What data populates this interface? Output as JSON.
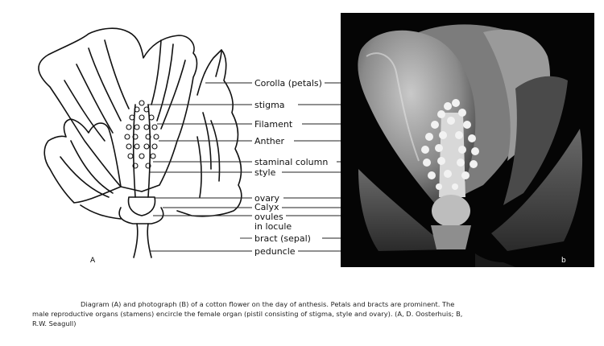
{
  "figure": {
    "labels": [
      {
        "id": "corolla",
        "text": "Corolla (petals)"
      },
      {
        "id": "stigma",
        "text": "stigma"
      },
      {
        "id": "filament",
        "text": "Filament"
      },
      {
        "id": "anther",
        "text": "Anther"
      },
      {
        "id": "staminal",
        "text": "staminal column"
      },
      {
        "id": "style",
        "text": "style"
      },
      {
        "id": "ovary",
        "text": "ovary"
      },
      {
        "id": "calyx",
        "text": "Calyx"
      },
      {
        "id": "ovules1",
        "text": "ovules"
      },
      {
        "id": "ovules2",
        "text": "in locule"
      },
      {
        "id": "bract",
        "text": "bract (sepal)"
      },
      {
        "id": "peduncle",
        "text": "peduncle"
      }
    ],
    "panel_a": "A",
    "panel_b": "b"
  },
  "caption": {
    "line1": "Diagram (A) and photograph (B) of a cotton flower on the day of anthesis. Petals and bracts are prominent. The",
    "line2": "male reproductive organs (stamens) encircle the female organ (pistil consisting of stigma, style and ovary). (A, D. Oosterhuis; B,",
    "line3": "R.W. Seagull)"
  }
}
